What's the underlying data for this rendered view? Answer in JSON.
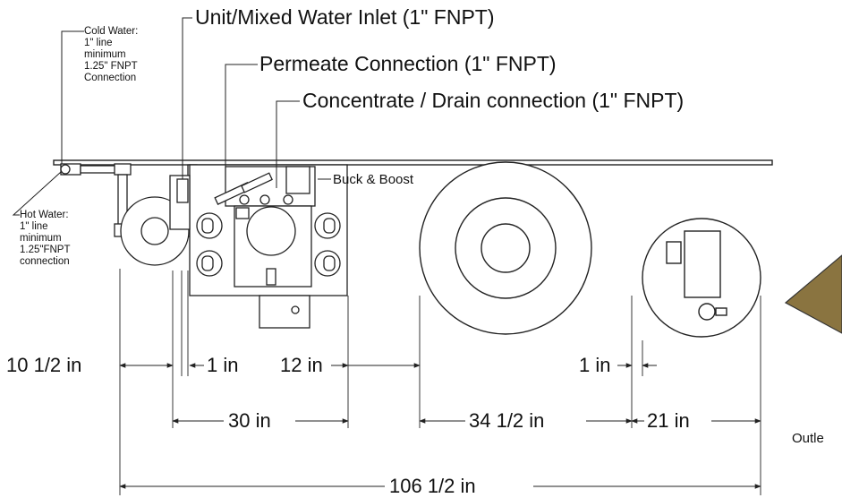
{
  "labels": {
    "unit_inlet": "Unit/Mixed Water Inlet (1\" FNPT)",
    "permeate": "Permeate Connection (1\" FNPT)",
    "concentrate": "Concentrate / Drain connection (1\" FNPT)",
    "cold_water": "Cold Water:\n1\" line\nminimum\n1.25\" FNPT\nConnection",
    "hot_water": "Hot Water:\n1\" line\nminimum\n1.25\"FNPT\nconnection",
    "buck_boost": "Buck & Boost",
    "outlet": "Outle"
  },
  "dimensions": {
    "d1": "10 1/2 in",
    "d2": "1 in",
    "d3": "12 in",
    "d4": "1 in",
    "d5": "30 in",
    "d6": "34 1/2 in",
    "d7": "21 in",
    "total": "106 1/2 in"
  },
  "colors": {
    "line": "#222222",
    "outlet_fill": "#8a7440",
    "tank_fill": "#ffffff"
  }
}
